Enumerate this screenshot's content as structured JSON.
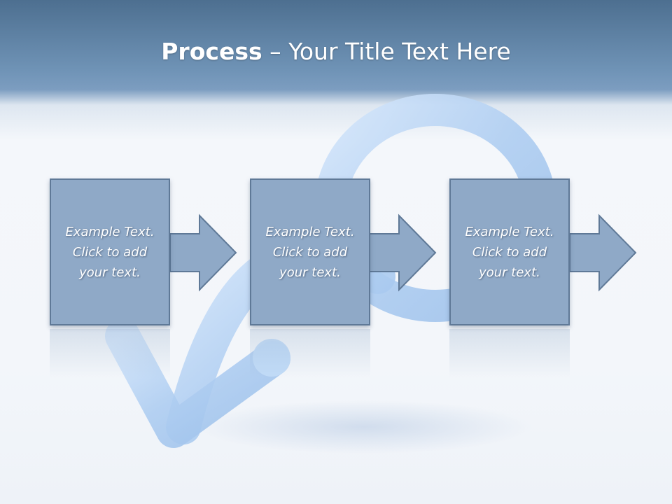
{
  "title": {
    "bold": "Process",
    "separator": " – ",
    "rest": "Your Title Text Here"
  },
  "steps": [
    {
      "text": "Example Text.\nClick  to add\nyour text."
    },
    {
      "text": "Example Text.\nClick  to add\nyour text."
    },
    {
      "text": "Example Text.\nClick  to add\nyour text."
    }
  ],
  "colors": {
    "header": "#5b7ea3",
    "box_fill": "#8fa9c7",
    "box_border": "#5f7997",
    "background_swirl": "#b9d3f2"
  },
  "icons": [
    "curved-arrow-swirl",
    "right-arrow"
  ]
}
